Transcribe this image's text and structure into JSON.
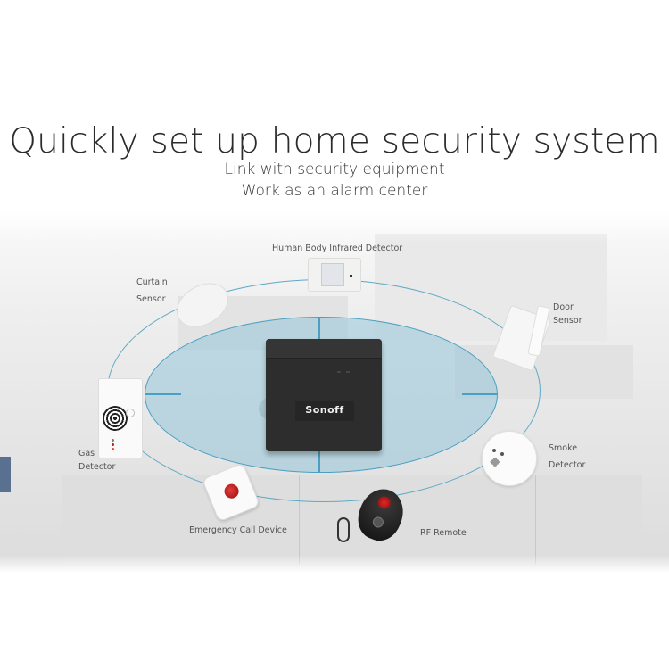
{
  "header": {
    "title": "Quickly set up home security system",
    "subtitle_1": "Link with security equipment",
    "subtitle_2": "Work as an alarm center"
  },
  "hub": {
    "brand": "Sonoff"
  },
  "devices": {
    "pir": {
      "label": "Human Body Infrared Detector"
    },
    "curtain": {
      "label_1": "Curtain",
      "label_2": "Sensor"
    },
    "door": {
      "label_1": "Door",
      "label_2": "Sensor"
    },
    "gas": {
      "label_1": "Gas",
      "label_2": "Detector"
    },
    "smoke": {
      "label_1": "Smoke",
      "label_2": "Detector"
    },
    "emergency": {
      "label": "Emergency Call Device"
    },
    "remote": {
      "label": "RF Remote"
    }
  },
  "colors": {
    "ellipse_line": "#4a9fc2",
    "ellipse_fill": "#a6d0e1",
    "hub_body": "#2d2d2d",
    "alert_red": "#c0191a"
  }
}
